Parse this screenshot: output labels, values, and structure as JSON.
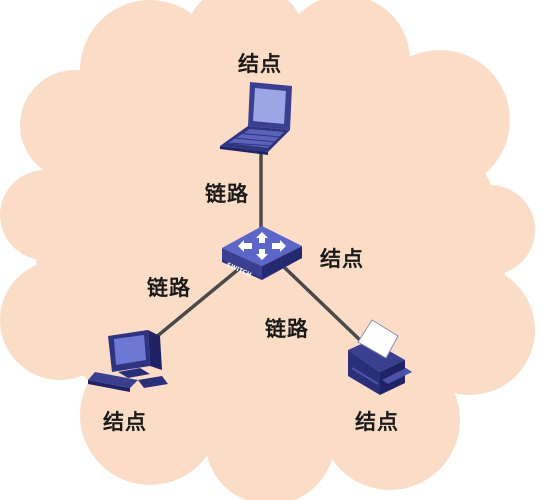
{
  "diagram": {
    "cloud_color": "#fbdcc7",
    "line_color": "#4a4a4a",
    "device_color": "#3a3f8f",
    "switch_text": "SWITCH",
    "labels": {
      "node_top": "结点",
      "node_switch": "结点",
      "node_bottom_left": "结点",
      "node_bottom_right": "结点",
      "link_top": "链路",
      "link_left": "链路",
      "link_right": "链路"
    },
    "nodes": [
      {
        "name": "laptop",
        "icon": "laptop-icon"
      },
      {
        "name": "switch",
        "icon": "switch-icon"
      },
      {
        "name": "desktop-computer",
        "icon": "desktop-computer-icon"
      },
      {
        "name": "printer",
        "icon": "printer-icon"
      }
    ]
  }
}
